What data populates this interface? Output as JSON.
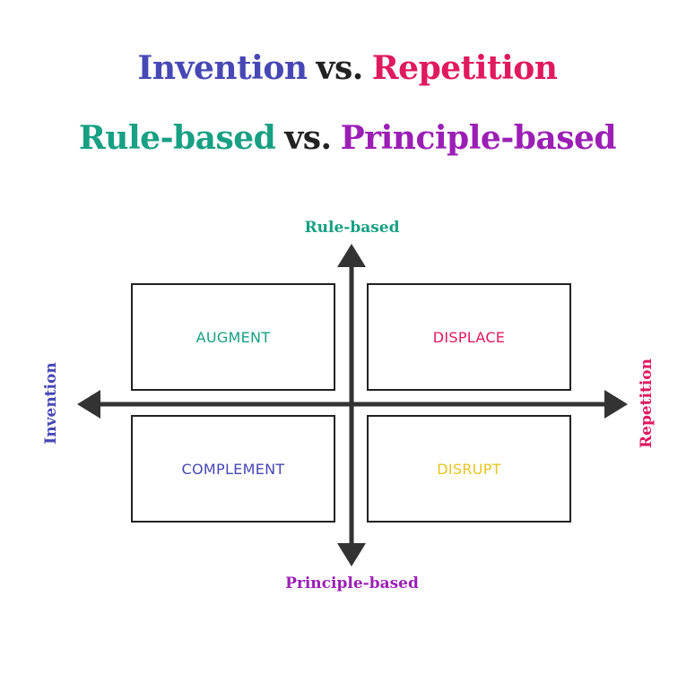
{
  "title": {
    "line1": {
      "left": "Invention",
      "vs": "vs.",
      "right": "Repetition"
    },
    "line2": {
      "left": "Rule-based",
      "vs": "vs.",
      "right": "Principle-based"
    }
  },
  "axes": {
    "top": "Rule-based",
    "bottom": "Principle-based",
    "left": "Invention",
    "right": "Repetition"
  },
  "quadrants": {
    "top_left": "AUGMENT",
    "top_right": "DISPLACE",
    "bottom_left": "COMPLEMENT",
    "bottom_right": "DISRUPT"
  },
  "colors": {
    "invention": "#4747b5",
    "repetition": "#e0195f",
    "rule_based": "#17a083",
    "principle_based": "#9b1fb5",
    "augment": "#17a083",
    "displace": "#e0195f",
    "complement": "#4747b5",
    "disrupt": "#e8c51e",
    "axis": "#333333",
    "vs": "#222222"
  }
}
